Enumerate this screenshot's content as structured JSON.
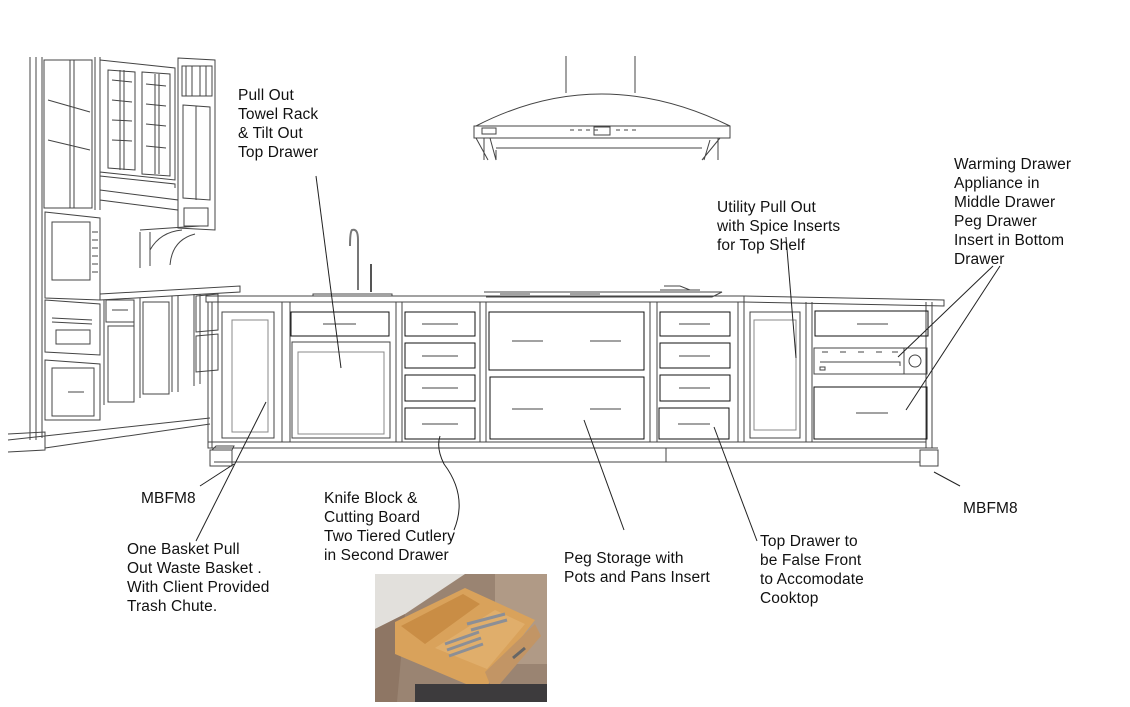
{
  "diagram": {
    "type": "kitchen-island-elevation",
    "colors": {
      "line": "#444444",
      "text": "#111111",
      "background": "#ffffff",
      "wood": "#c9934f"
    }
  },
  "annotations": {
    "towel_rack": "Pull Out\nTowel Rack\n& Tilt Out\nTop Drawer",
    "warming_drawer": "Warming Drawer\nAppliance in\nMiddle Drawer\nPeg Drawer\nInsert in Bottom\nDrawer",
    "utility_pullout": "Utility Pull Out\nwith Spice Inserts\nfor Top Shelf",
    "mbfm8_left": "MBFM8",
    "mbfm8_right": "MBFM8",
    "waste_basket": "One Basket Pull\nOut Waste Basket .\nWith Client Provided\nTrash Chute.",
    "knife_block": "Knife Block &\nCutting Board\nTwo Tiered Cutlery\nin Second Drawer",
    "peg_storage": "Peg Storage with\nPots and Pans Insert",
    "false_front": "Top Drawer to\nbe False Front\nto Accomodate\nCooktop"
  },
  "photo": {
    "subject": "knife-block-cutting-board-drawer-insert"
  }
}
